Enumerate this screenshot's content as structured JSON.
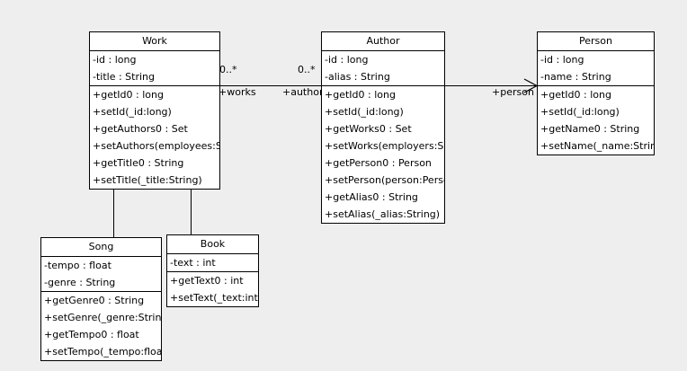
{
  "diagram": {
    "kind": "uml-class-diagram",
    "background_color": "#eeeeee",
    "line_color": "#000000",
    "class_fill_color": "#ffffff"
  },
  "classes": {
    "work": {
      "name": "Work",
      "attributes": [
        "-id : long",
        "-title : String"
      ],
      "operations": [
        "+getId0 : long",
        "+setId(_id:long)",
        "+getAuthors0 : Set",
        "+setAuthors(employees:Set)",
        "+getTitle0 : String",
        "+setTitle(_title:String)"
      ]
    },
    "author": {
      "name": "Author",
      "attributes": [
        "-id : long",
        "-alias : String"
      ],
      "operations": [
        "+getId0 : long",
        "+setId(_id:long)",
        "+getWorks0 : Set",
        "+setWorks(employers:Set)",
        "+getPerson0 : Person",
        "+setPerson(person:Person)",
        "+getAlias0 : String",
        "+setAlias(_alias:String)"
      ]
    },
    "person": {
      "name": "Person",
      "attributes": [
        "-id : long",
        "-name : String"
      ],
      "operations": [
        "+getId0 : long",
        "+setId(_id:long)",
        "+getName0 : String",
        "+setName(_name:String)"
      ]
    },
    "song": {
      "name": "Song",
      "attributes": [
        "-tempo : float",
        "-genre : String"
      ],
      "operations": [
        "+getGenre0 : String",
        "+setGenre(_genre:String)",
        "+getTempo0 : float",
        "+setTempo(_tempo:float)"
      ]
    },
    "book": {
      "name": "Book",
      "attributes": [
        "-text : int"
      ],
      "operations": [
        "+getText0 : int",
        "+setText(_text:int)"
      ]
    }
  },
  "associations": {
    "work_author": {
      "source_multiplicity": "0..*",
      "target_multiplicity": "0..*",
      "source_role": "+works",
      "target_role": "+authors"
    },
    "author_person": {
      "target_role": "+person"
    }
  },
  "generalizations": {
    "song_work": "Song extends Work",
    "book_work": "Book extends Work"
  }
}
